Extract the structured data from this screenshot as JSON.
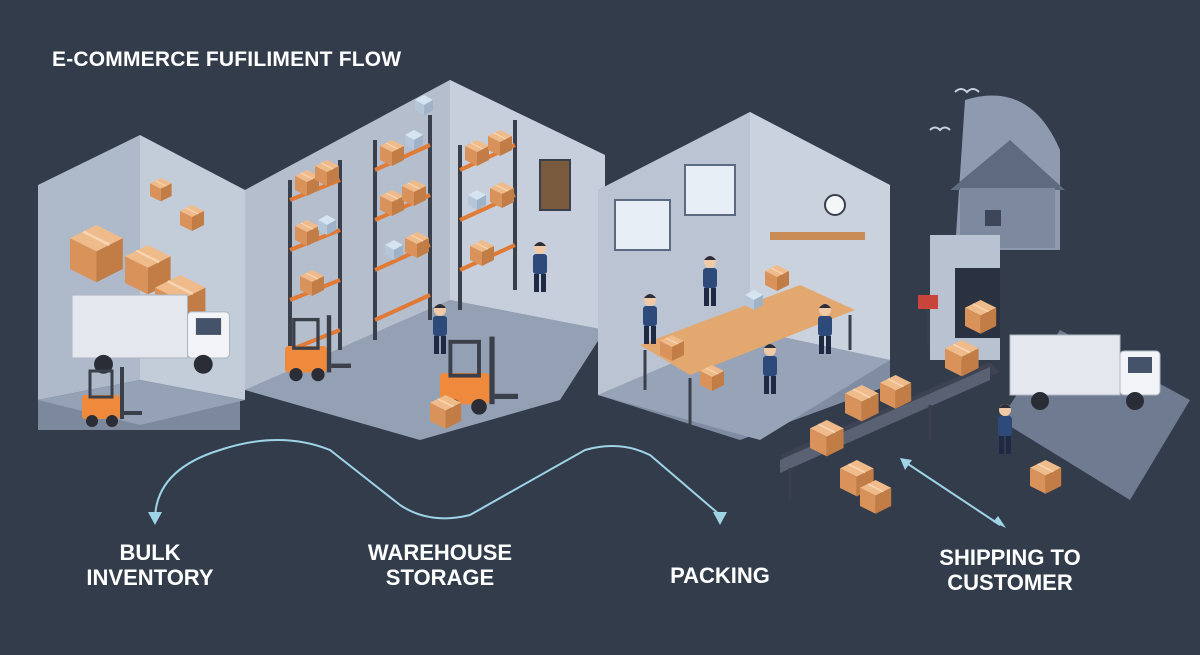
{
  "title": "E-COMMERCE FUFILIMENT FLOW",
  "stages": [
    {
      "label_line1": "BULK",
      "label_line2": "INVENTORY"
    },
    {
      "label_line1": "WAREHOUSE",
      "label_line2": "STORAGE"
    },
    {
      "label_line1": "PACKING",
      "label_line2": ""
    },
    {
      "label_line1": "SHIPPING TO",
      "label_line2": "CUSTOMER"
    }
  ],
  "colors": {
    "background": "#323c4b",
    "wall": "#b9c3d2",
    "floor": "#8e9aae",
    "box": "#e2a06b",
    "accent_orange": "#ef8a3c",
    "flow_arrow": "#9fd3e6"
  }
}
